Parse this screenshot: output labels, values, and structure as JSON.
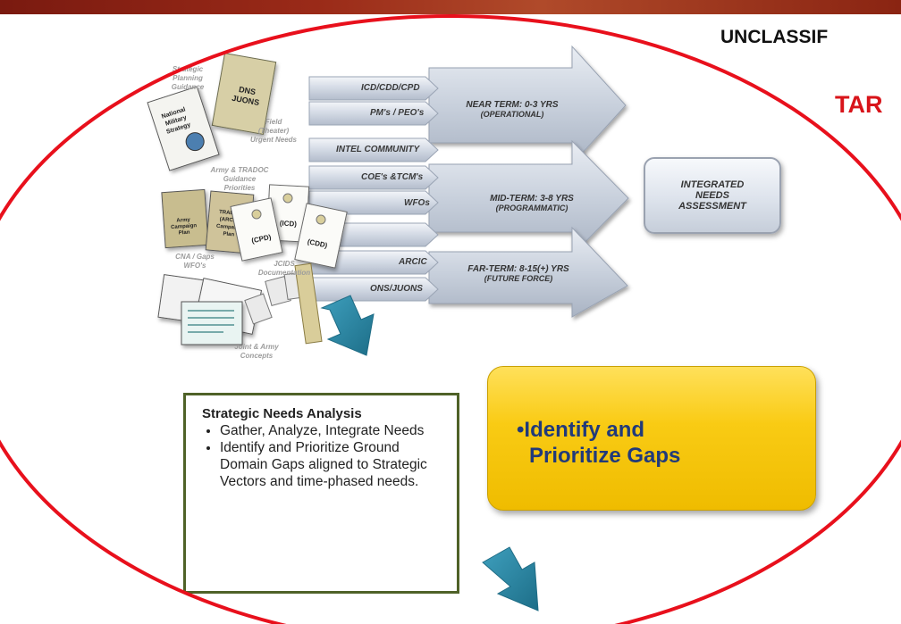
{
  "header": {
    "classification": "UNCLASSIF",
    "title_partial": "TAR"
  },
  "sources": {
    "strategic_planning_guidance": [
      "Strategic",
      "Planning",
      "Guidance"
    ],
    "field_urgent_needs": [
      "Field",
      "(Theater)",
      "Urgent Needs"
    ],
    "army_tradoc_guidance": [
      "Army & TRADOC",
      "Guidance",
      "Priorities"
    ],
    "cna_gaps_wfos": [
      "CNA / Gaps",
      "WFO's"
    ],
    "jcids_documentation": [
      "JCIDS",
      "Documentation"
    ],
    "joint_army_concepts": [
      "Joint & Army",
      "Concepts"
    ]
  },
  "documents": {
    "dns_juons": [
      "DNS",
      "JUONS"
    ],
    "national_military_strategy": [
      "National",
      "Military",
      "Strategy"
    ],
    "army_campaign_plan": [
      "Army",
      "Campaign",
      "Plan"
    ],
    "tradoc_campaign_plan": [
      "TRADOC",
      "(ARCIC)",
      "Campaign",
      "Plan"
    ],
    "icd": "(ICD)",
    "cpd": "(CPD)",
    "cdd": "(CDD)"
  },
  "inputs": [
    "ICD/CDD/CPD",
    "PM's / PEO's",
    "INTEL COMMUNITY",
    "COE's &TCM's",
    "WFOs",
    "ARCIC",
    "ONS/JUONS"
  ],
  "terms": {
    "near": {
      "label": "NEAR TERM:  0-3 YRS",
      "sub": "(OPERATIONAL)"
    },
    "mid": {
      "label": "MID-TERM:  3-8 YRS",
      "sub": "(PROGRAMMATIC)"
    },
    "far": {
      "label": "FAR-TERM:  8-15(+) YRS",
      "sub": "(FUTURE FORCE)"
    }
  },
  "integrated_needs": [
    "INTEGRATED",
    "NEEDS",
    "ASSESSMENT"
  ],
  "strategic_needs": {
    "title": "Strategic Needs Analysis",
    "bullets": [
      "Gather, Analyze, Integrate Needs",
      "Identify and Prioritize Ground Domain Gaps aligned to Strategic Vectors and time-phased needs."
    ]
  },
  "gaps_box": {
    "line1": "•Identify and",
    "line2": "Prioritize Gaps"
  },
  "colors": {
    "ellipse": "#e8101c",
    "teal_arrow": "#2d8aa6",
    "gaps_fill": "#f9cb14",
    "gaps_text": "#213a7a",
    "box_border": "#4f6228"
  }
}
